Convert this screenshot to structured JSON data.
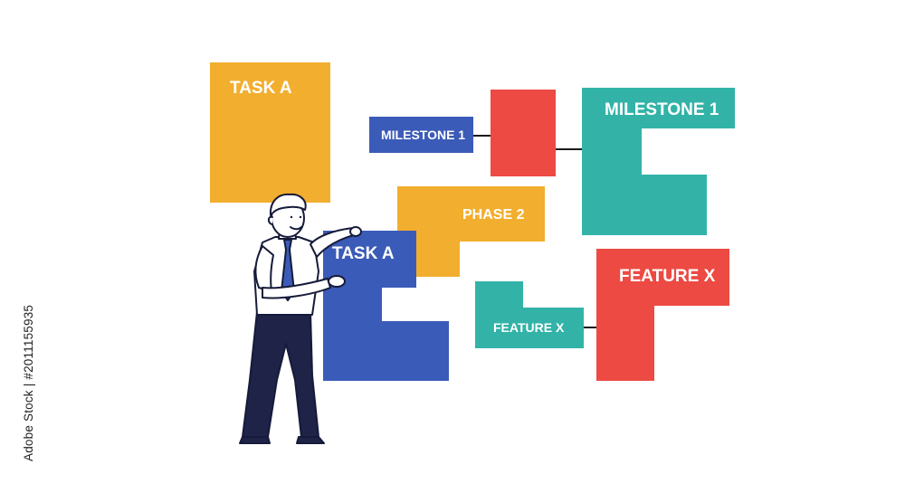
{
  "colors": {
    "orange": "#F2AE2E",
    "blue": "#3B5BB8",
    "red": "#EC4A43",
    "teal": "#33B3A8",
    "connector": "#1a1a1a",
    "outline": "#161B3A"
  },
  "blocks": {
    "task_a_top": "TASK A",
    "milestone_small": "MILESTONE 1",
    "milestone_large": "MILESTONE 1",
    "phase_2": "PHASE 2",
    "task_a_held": "TASK A",
    "feature_large": "FEATURE X",
    "feature_small": "FEATURE X"
  },
  "credit": "Adobe Stock | #2011155935",
  "illustration": {
    "icon": "businessman-icon"
  }
}
